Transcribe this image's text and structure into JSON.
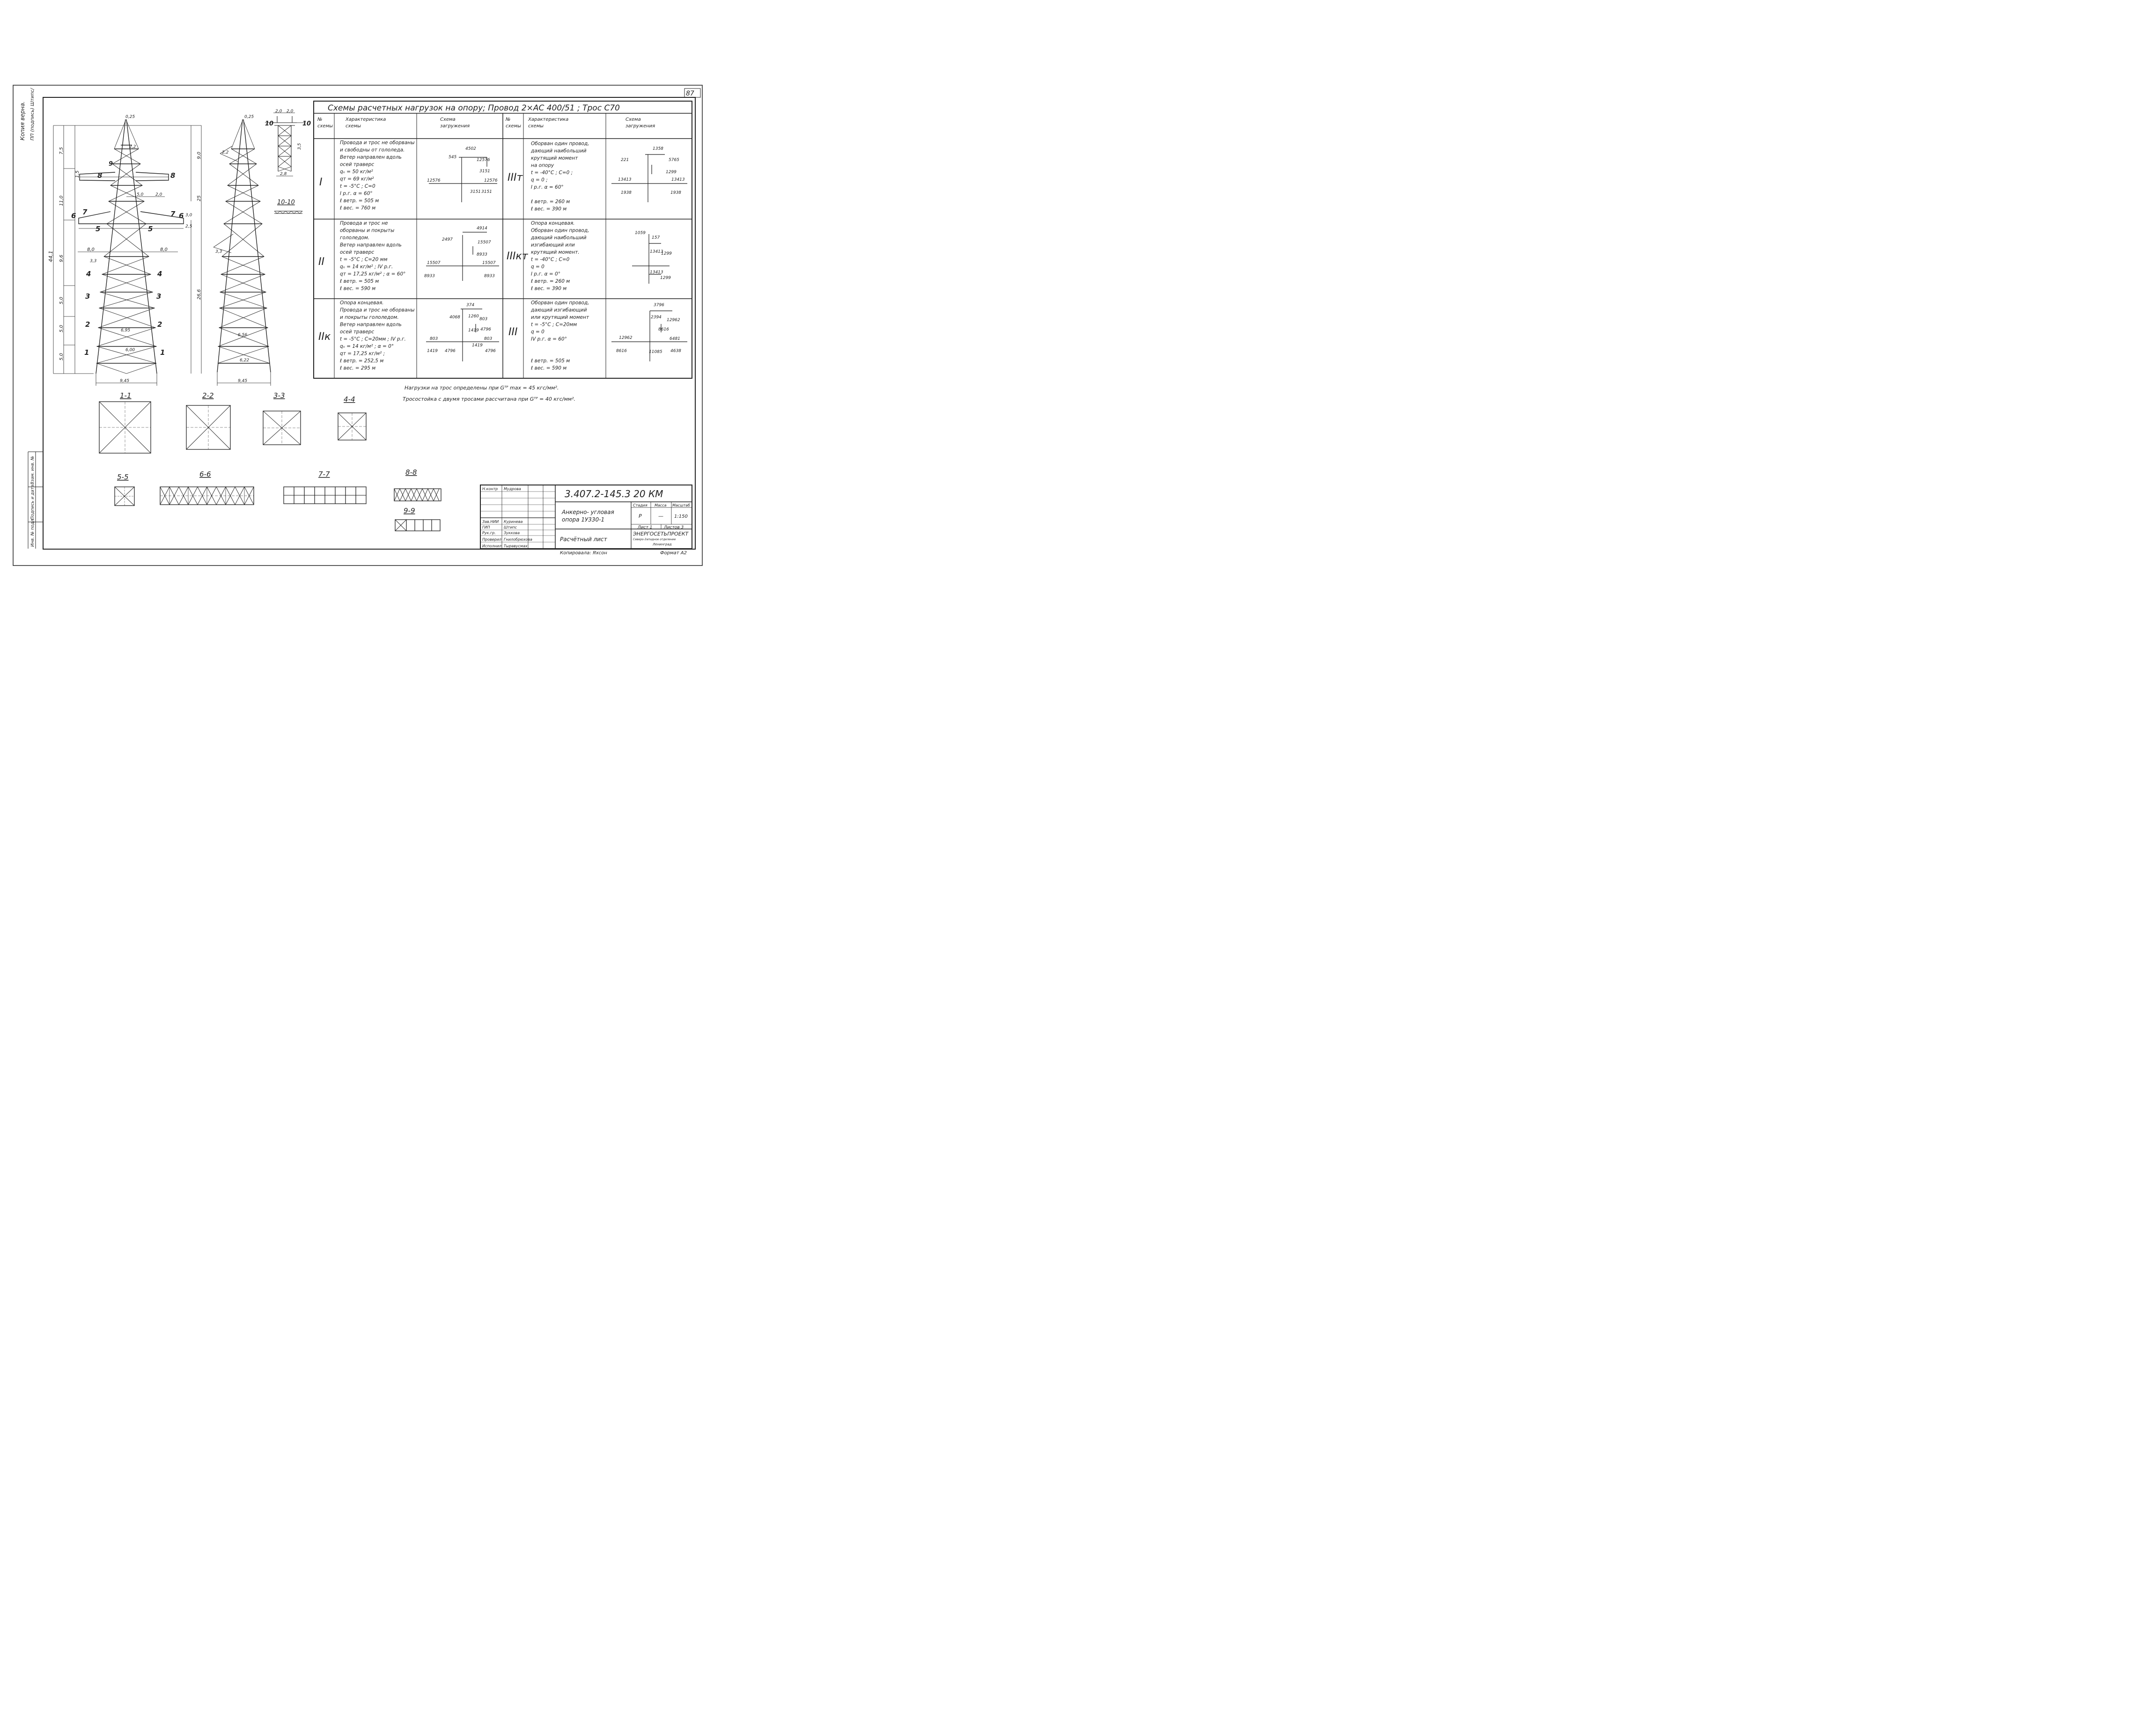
{
  "sheet_number": "87",
  "side_stamps": {
    "copy_note": "Копия верна.",
    "copy_signed": "ПП (подпись) Штипс/",
    "inv_label": "Инв. № подл.",
    "sign_date": "Подпись и дата",
    "replace_inv": "Взам. инв. №"
  },
  "table": {
    "title": "Схемы расчетных нагрузок на опору;  Провод 2×АС 400/51 ;  Трос С70",
    "headers": {
      "num": [
        "№",
        "схемы"
      ],
      "char": [
        "Характеристика",
        "схемы"
      ],
      "scheme": [
        "Схема",
        "загружения"
      ]
    },
    "rows": [
      {
        "id": "I",
        "lines": [
          "Провода и трос не оборваны",
          "и свободны от гололеда.",
          "Ветер направлен вдоль",
          "осей траверс",
          "qₙ = 50 кг/м²",
          "qᴛ = 69 кг/м²",
          "t = -5°C ; C=0",
          "I р.г.   α = 60°",
          "ℓ ветр. = 505 м",
          "ℓ вес. = 760 м"
        ],
        "values": [
          "545",
          "4502",
          "12576",
          "3151",
          "12576",
          "3151",
          "12576",
          "3151"
        ]
      },
      {
        "id": "II",
        "lines": [
          "Провода и трос не",
          "оборваны и покрыты",
          "гололедом.",
          "Ветер направлен вдоль",
          "осей траверс",
          "t = -5°C ; C=20 мм",
          "qₙ = 14 кг/м² ;  IV р.г.",
          "qᴛ = 17,25 кг/м² ; α = 60°",
          "ℓ ветр. = 505 м",
          "ℓ вес. = 590 м"
        ],
        "values": [
          "2497",
          "4914",
          "15507",
          "8933",
          "15507",
          "8933",
          "15507",
          "8933"
        ]
      },
      {
        "id": "IIк",
        "lines": [
          "Опора концевая.",
          "Провода и трос не оборваны",
          "и покрыты гололедом.",
          "Ветер направлен вдоль",
          "осей траверс",
          "t = -5°C ; C=20мм ; IV р.г.",
          "qₙ = 14 кг/м² ;  α = 0°",
          "qᴛ = 17,25 кг/м² ;",
          "ℓ ветр. = 252,5 м",
          "ℓ вес. = 295 м"
        ],
        "values": [
          "4068",
          "374",
          "1260",
          "803",
          "4796",
          "1419",
          "803",
          "4796",
          "1419",
          "803",
          "4796",
          "1419"
        ]
      },
      {
        "id": "IIIт",
        "lines": [
          "Оборван один провод,",
          "дающий наибольший",
          "крутящий момент",
          "на опору",
          "t = -40°C ; C=0 ;",
          "q = 0 ;",
          "I р.г.    α = 60°",
          "",
          "ℓ ветр. = 260 м",
          "ℓ вес. = 390 м"
        ],
        "values": [
          "221",
          "1358",
          "5765",
          "1299",
          "13413",
          "13413",
          "1938",
          "1938"
        ]
      },
      {
        "id": "IIIкт",
        "lines": [
          "Опора концевая.",
          "Оборван один провод,",
          "дающий наибольший",
          "изгибающий или",
          "крутящий момент.",
          "t = -40°C ; C=0",
          "q = 0",
          "I р.г.   α = 0°",
          "ℓ ветр. = 260 м",
          "ℓ вес. = 390 м"
        ],
        "values": [
          "1059",
          "157",
          "13413",
          "1299",
          "13413",
          "1299"
        ]
      },
      {
        "id": "III",
        "lines": [
          "Оборван один провод,",
          "дающий изгибающий",
          "или крутящий момент",
          "t = -5°C ; C=20мм",
          "q = 0",
          "IV р.г.    α = 60°",
          "",
          "",
          "ℓ ветр. = 505 м",
          "ℓ вес. = 590 м"
        ],
        "values": [
          "3796",
          "2394",
          "12962",
          "8616",
          "12962",
          "8616",
          "6481",
          "11085",
          "4638"
        ]
      }
    ]
  },
  "notes": [
    "Нагрузки на трос определены при Gᵀᴾ max = 45 кгс/мм².",
    "Тросостойка с двумя тросами рассчитана при Gᵀᴾ = 40 кгс/мм²."
  ],
  "tower": {
    "dims": [
      "0,25",
      "9,0",
      "7,5",
      "25",
      "11,0",
      "26,6",
      "9,6",
      "5,0",
      "5,0",
      "5,0",
      "5,0",
      "1,5",
      "2,2",
      "5,0",
      "2,0",
      "3,0",
      "2,5",
      "8,0",
      "8,0",
      "3,3",
      "9,45",
      "9,45",
      "6,22",
      "6,95",
      "6,00",
      "5,2",
      "44,1",
      "2,0",
      "2,0",
      "2,8",
      "3,5"
    ],
    "section_marks": [
      "1",
      "1",
      "2",
      "2",
      "3",
      "3",
      "4",
      "4",
      "5",
      "5",
      "6",
      "6",
      "7",
      "7",
      "8",
      "8",
      "9",
      "10",
      "10"
    ],
    "section_10_title": "10-10"
  },
  "sections": [
    "1-1",
    "2-2",
    "3-3",
    "4-4",
    "5-5",
    "6-6",
    "7-7",
    "8-8",
    "9-9"
  ],
  "title_block": {
    "code": "3.407.2-145.3  20 КМ",
    "roles": [
      "Н.контр",
      "",
      "",
      "",
      "",
      "Зав.НИИ",
      "ГИП",
      "Рук.гр.",
      "Проверил",
      "Исполнил"
    ],
    "names": [
      "Мудрова",
      "",
      "",
      "",
      "",
      "Куринева",
      "Штипс",
      "Зуккова",
      "Гнилобрюхова",
      "Тыравусмах"
    ],
    "object": [
      "Анкерно- угловая",
      "опора   1У330-1"
    ],
    "sheet_name": "Расчётный   лист",
    "stage_label": "Стадия",
    "mass_label": "Масса",
    "scale_label": "Масштаб",
    "stage": "Р",
    "mass": "—",
    "scale": "1:150",
    "sheet_label": "Лист 1",
    "sheets_label": "Листов 3",
    "org": "ЭНЕРГОСЕТЬПРОЕКТ",
    "org_sub": "Северо-Западное отделение",
    "city": "Ленинград",
    "copied": "Копировала: Яхсон",
    "format": "Формат  А2"
  }
}
